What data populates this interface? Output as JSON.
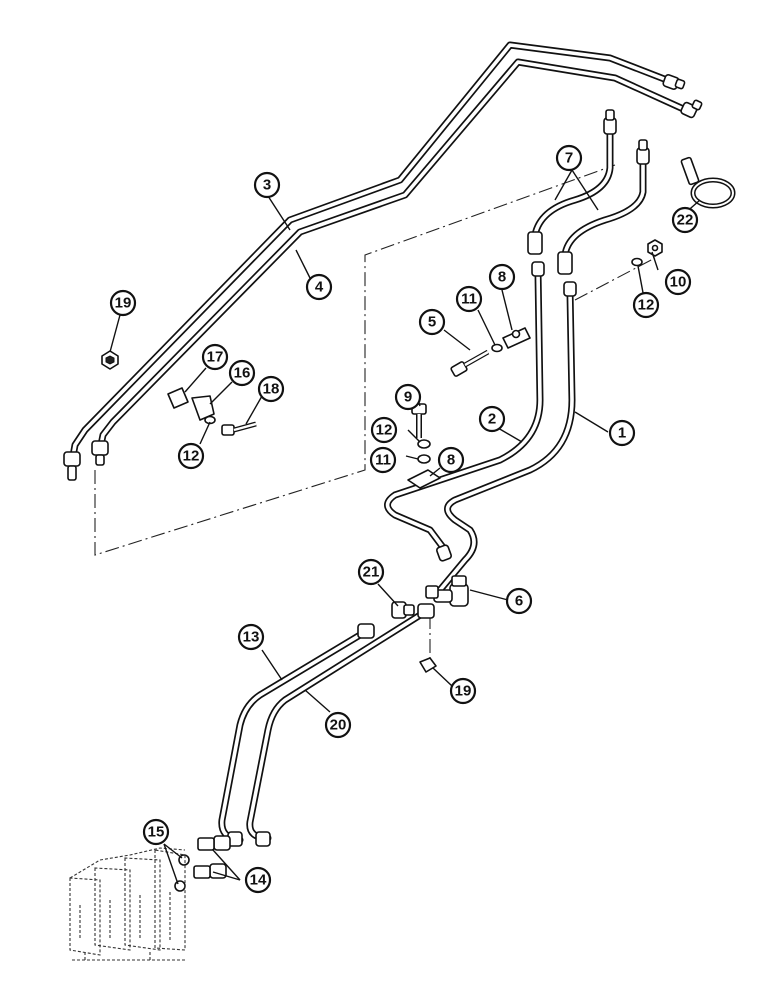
{
  "callouts": {
    "c1": "1",
    "c2": "2",
    "c3": "3",
    "c4": "4",
    "c5": "5",
    "c6": "6",
    "c7": "7",
    "c8a": "8",
    "c8b": "8",
    "c9": "9",
    "c10": "10",
    "c11a": "11",
    "c11b": "11",
    "c12a": "12",
    "c12b": "12",
    "c12c": "12",
    "c13": "13",
    "c14": "14",
    "c15": "15",
    "c16": "16",
    "c17": "17",
    "c18": "18",
    "c19a": "19",
    "c19b": "19",
    "c20": "20",
    "c21": "21",
    "c22": "22"
  }
}
